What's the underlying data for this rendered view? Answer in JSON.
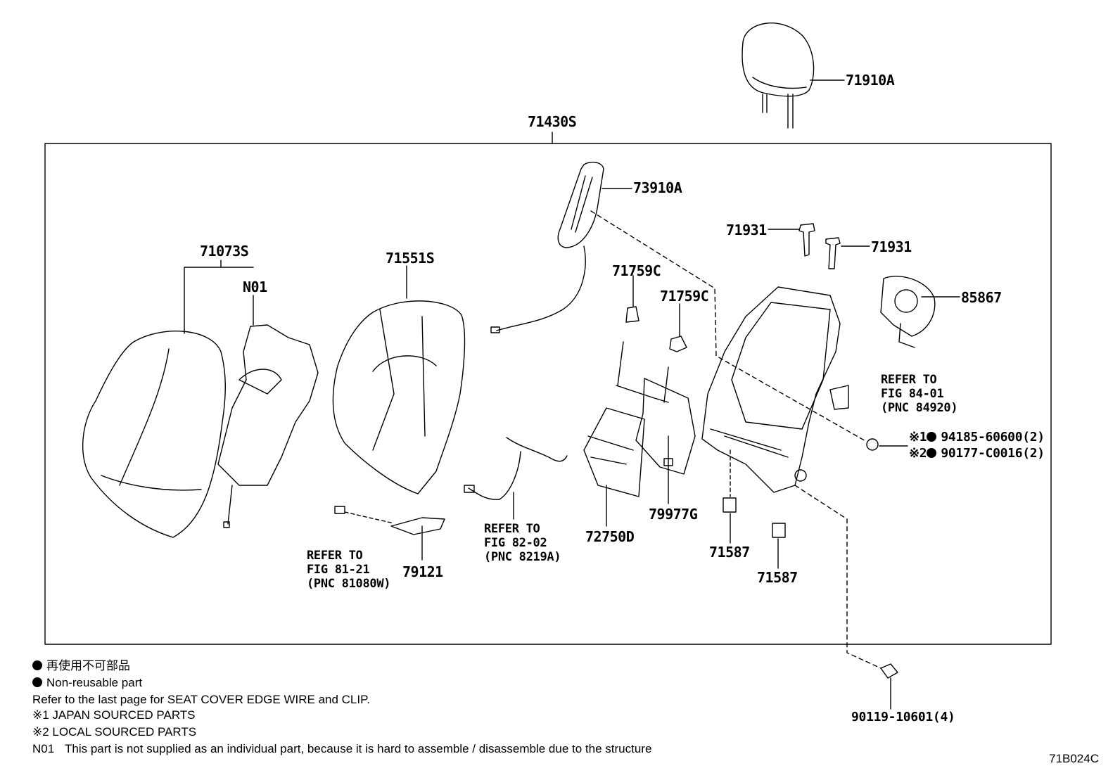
{
  "labels": {
    "headrest": "71910A",
    "assembly": "71430S",
    "heater": "73910A",
    "back_cover": "71073S",
    "n01": "N01",
    "pad": "71551S",
    "support_upper": "71759C",
    "support_lower": "71759C",
    "guide_left": "71931",
    "guide_right": "71931",
    "cover_85867": "85867",
    "lumbar": "72750D",
    "board": "79977G",
    "clip_left": "71587",
    "clip_right": "71587",
    "pad_79121": "79121"
  },
  "refs": {
    "ref_84": "REFER TO\nFIG 84-01\n(PNC 84920)",
    "ref_81": "REFER TO\nFIG 81-21\n(PNC 81080W)",
    "ref_82": "REFER TO\nFIG 82-02\n(PNC 8219A)"
  },
  "fasteners": {
    "nut_japan_mark": "※1",
    "nut_japan": "94185-60600(2)",
    "nut_local_mark": "※2",
    "nut_local": "90177-C0016(2)",
    "bolt": "90119-10601(4)"
  },
  "notes": {
    "nonreusable_jp": "再使用不可部品",
    "nonreusable_en": "Non-reusable part",
    "refer_line": "Refer to the last page for SEAT COVER EDGE WIRE and CLIP.",
    "japan_sourced": "※1 JAPAN SOURCED PARTS",
    "local_sourced": "※2 LOCAL SOURCED PARTS",
    "n01_label": "N01",
    "n01_text": "This part is not supplied as an individual part, because it is hard to assemble / disassemble due to the structure"
  },
  "figure_code": "71B024C"
}
